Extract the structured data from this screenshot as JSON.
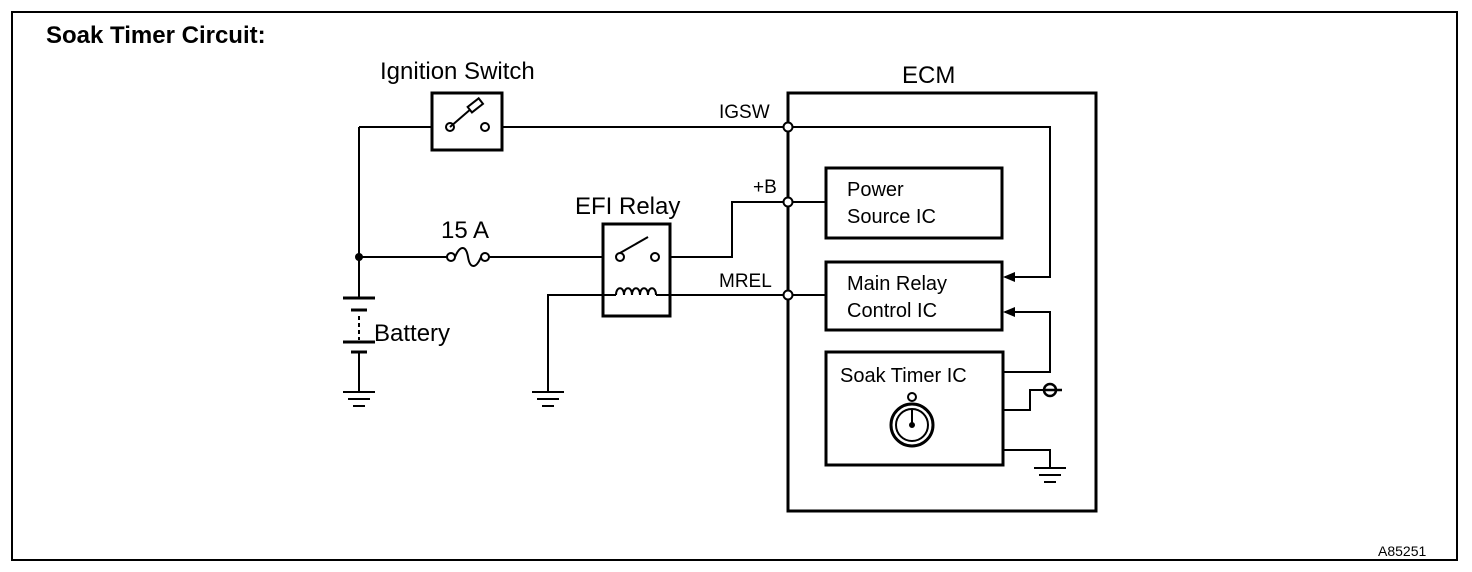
{
  "diagram": {
    "title": "Soak Timer Circuit:",
    "figure_id": "A85251",
    "components": {
      "ignition_switch": "Ignition Switch",
      "ecm": "ECM",
      "fuse": "15 A",
      "efi_relay": "EFI Relay",
      "battery": "Battery",
      "power_source_ic": [
        "Power",
        "Source IC"
      ],
      "main_relay_control_ic": [
        "Main Relay",
        "Control IC"
      ],
      "soak_timer_ic": "Soak Timer IC"
    },
    "terminals": {
      "igsw": "IGSW",
      "plus_b": "+B",
      "mrel": "MREL"
    }
  }
}
